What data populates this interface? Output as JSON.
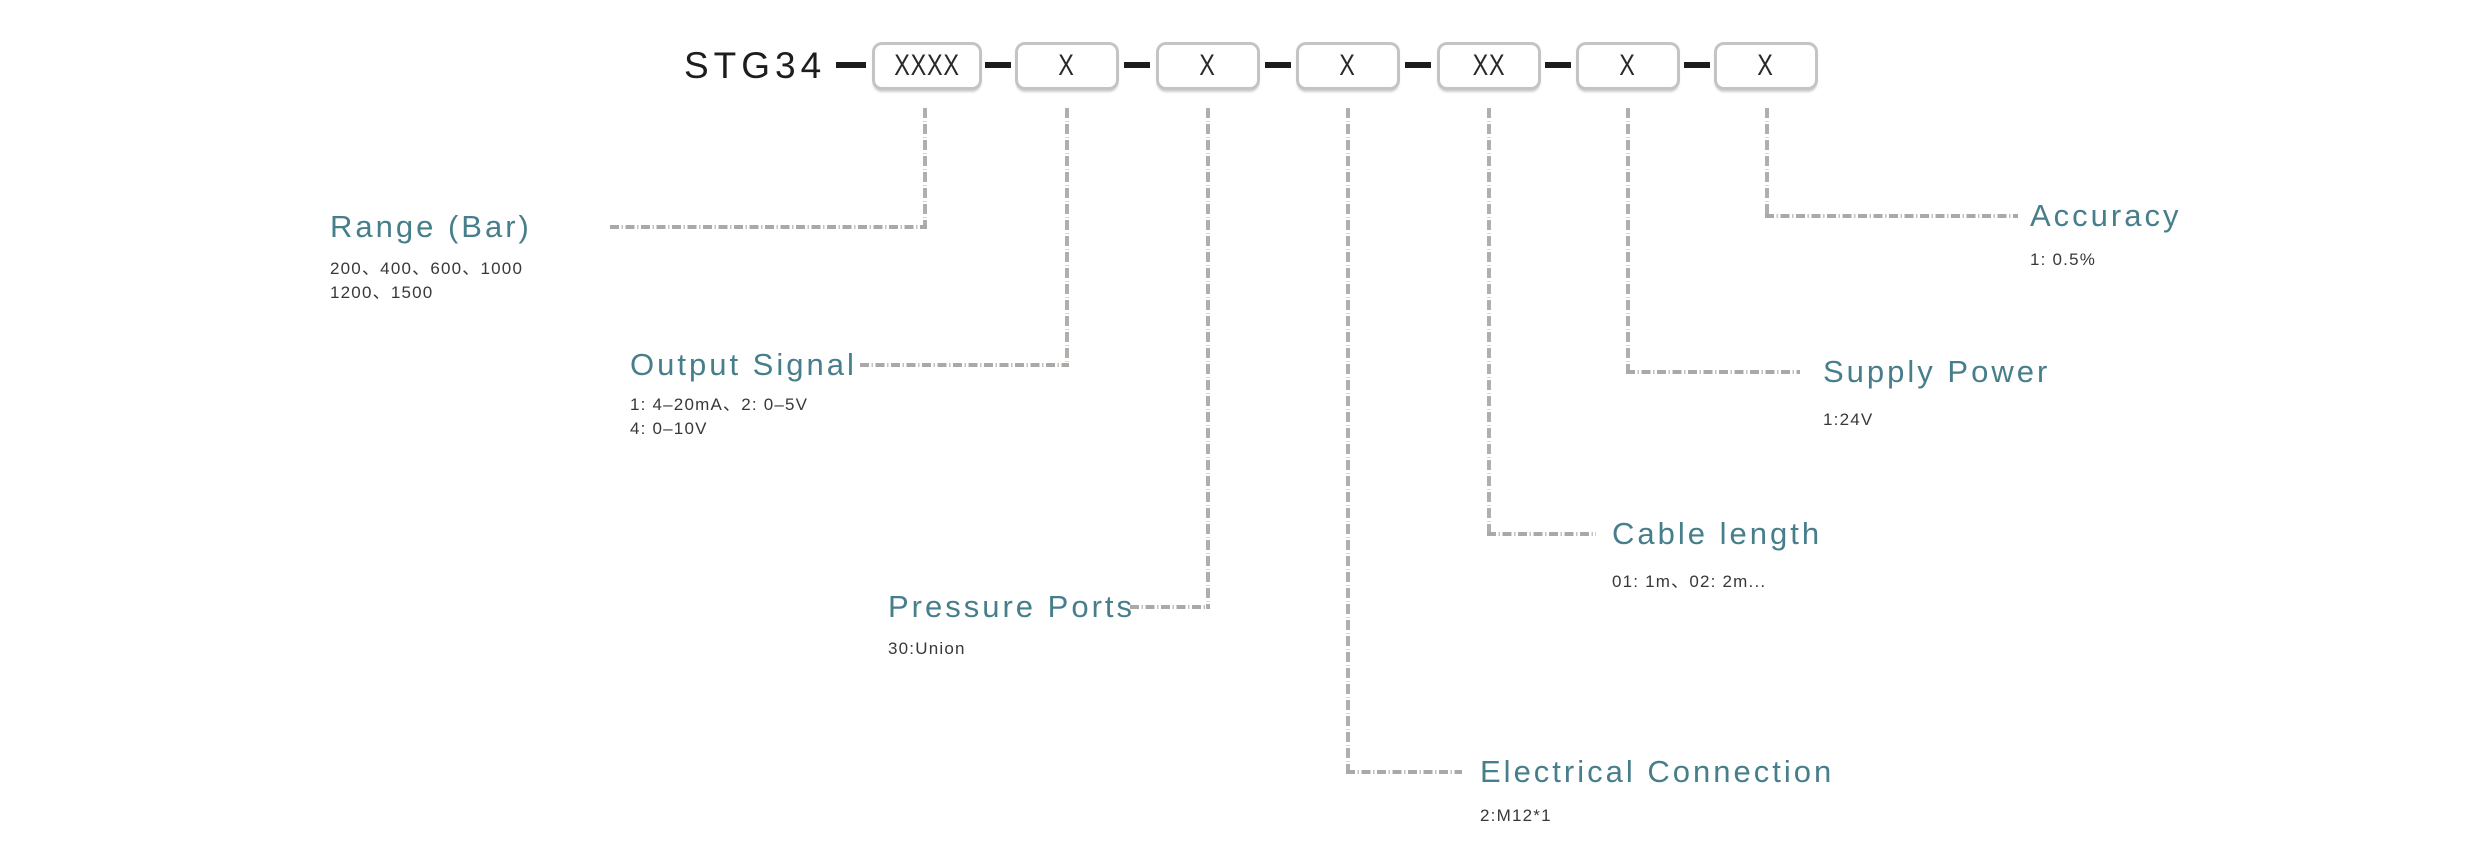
{
  "product_code": {
    "prefix": "STG34",
    "segments": [
      "XXXX",
      "X",
      "X",
      "X",
      "XX",
      "X",
      "X"
    ]
  },
  "fields": [
    {
      "title": "Range (Bar)",
      "lines": [
        "200、400、600、1000",
        "1200、1500"
      ]
    },
    {
      "title": "Output Signal",
      "lines": [
        "1: 4–20mA、2: 0–5V",
        "4: 0–10V"
      ]
    },
    {
      "title": "Pressure Ports",
      "lines": [
        "30:Union"
      ]
    },
    {
      "title": "Electrical Connection",
      "lines": [
        "2:M12*1"
      ]
    },
    {
      "title": "Cable length",
      "lines": [
        "01: 1m、02: 2m..."
      ]
    },
    {
      "title": "Supply Power",
      "lines": [
        "1:24V"
      ]
    },
    {
      "title": "Accuracy",
      "lines": [
        "1: 0.5%"
      ]
    }
  ],
  "colors": {
    "title_accent": "#477E8B",
    "body_text": "#3A3836",
    "code_text": "#1F1D1B",
    "box_border": "#C6C4C2",
    "connector": "#AEABA8",
    "background": "#FFFFFF"
  }
}
